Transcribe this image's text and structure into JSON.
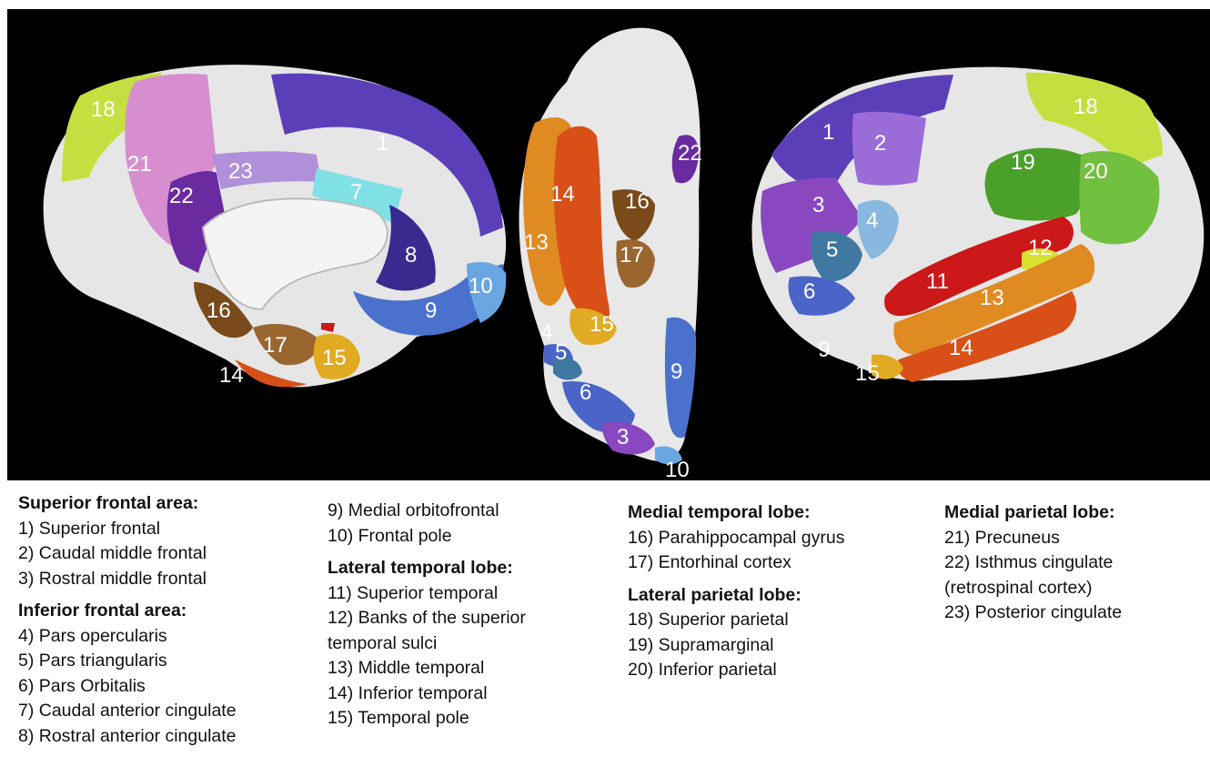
{
  "regions": [
    {
      "num": "1",
      "name": "Superior frontal",
      "color": "#5b3fb8"
    },
    {
      "num": "2",
      "name": "Caudal middle frontal",
      "color": "#9b6cd8"
    },
    {
      "num": "3",
      "name": "Rostral middle frontal",
      "color": "#8a48c0"
    },
    {
      "num": "4",
      "name": "Pars opercularis",
      "color": "#88b8e0"
    },
    {
      "num": "5",
      "name": "Pars triangularis",
      "color": "#3f78a0"
    },
    {
      "num": "6",
      "name": "Pars Orbitalis",
      "color": "#4a64c8"
    },
    {
      "num": "7",
      "name": "Caudal anterior cingulate",
      "color": "#7fe0e6"
    },
    {
      "num": "8",
      "name": "Rostral anterior cingulate",
      "color": "#3a2a90"
    },
    {
      "num": "9",
      "name": "Medial orbitofrontal",
      "color": "#4a72cc"
    },
    {
      "num": "10",
      "name": "Frontal pole",
      "color": "#6aa6e2"
    },
    {
      "num": "11",
      "name": "Superior temporal",
      "color": "#cc1818"
    },
    {
      "num": "12",
      "name": "Banks of the superior temporal sulci",
      "color": "#d8e030"
    },
    {
      "num": "13",
      "name": "Middle temporal",
      "color": "#e08a22"
    },
    {
      "num": "14",
      "name": "Inferior temporal",
      "color": "#d85018"
    },
    {
      "num": "15",
      "name": "Temporal pole",
      "color": "#e0aa22"
    },
    {
      "num": "16",
      "name": "Parahippocampal gyrus",
      "color": "#7a4a1a"
    },
    {
      "num": "17",
      "name": "Entorhinal cortex",
      "color": "#9a6630"
    },
    {
      "num": "18",
      "name": "Superior parietal",
      "color": "#c4e040"
    },
    {
      "num": "19",
      "name": "Supramarginal",
      "color": "#4aa028"
    },
    {
      "num": "20",
      "name": "Inferior parietal",
      "color": "#72c040"
    },
    {
      "num": "21",
      "name": "Precuneus",
      "color": "#d68ed0"
    },
    {
      "num": "22",
      "name": "Isthmus cingulate",
      "color": "#6a2aa0"
    },
    {
      "num": "23",
      "name": "Posterior cingulate",
      "color": "#b090d8"
    }
  ],
  "legend": {
    "col1": {
      "head1": "Superior frontal area:",
      "l1": "1) Superior frontal",
      "l2": "2) Caudal middle frontal",
      "l3": "3) Rostral middle frontal",
      "head2": "Inferior frontal area:",
      "l4": "4) Pars opercularis",
      "l5": "5) Pars triangularis",
      "l6": "6) Pars Orbitalis",
      "l7": "7) Caudal anterior cingulate",
      "l8": "8) Rostral anterior cingulate"
    },
    "col2": {
      "l9": "9) Medial orbitofrontal",
      "l10": "10) Frontal pole",
      "head": "Lateral temporal lobe:",
      "l11": "11) Superior temporal",
      "l12a": "12) Banks of the superior",
      "l12b": "temporal sulci",
      "l13": "13) Middle temporal",
      "l14": "14) Inferior temporal",
      "l15": "15) Temporal pole"
    },
    "col3": {
      "head1": "Medial temporal lobe:",
      "l16": "16) Parahippocampal gyrus",
      "l17": "17) Entorhinal cortex",
      "head2": "Lateral parietal lobe:",
      "l18": "18) Superior parietal",
      "l19": "19) Supramarginal",
      "l20": "20) Inferior parietal"
    },
    "col4": {
      "head": "Medial parietal lobe:",
      "l21": "21) Precuneus",
      "l22a": "22) Isthmus cingulate",
      "l22b": "(retrospinal cortex)",
      "l23": "23) Posterior cingulate"
    }
  },
  "labels": {
    "medial": [
      "18",
      "21",
      "23",
      "1",
      "22",
      "7",
      "8",
      "10",
      "9",
      "16",
      "17",
      "15",
      "14"
    ],
    "ventral": [
      "22",
      "14",
      "16",
      "13",
      "17",
      "15",
      "4",
      "5",
      "9",
      "6",
      "3",
      "10"
    ],
    "lateral": [
      "1",
      "2",
      "18",
      "19",
      "20",
      "3",
      "4",
      "5",
      "12",
      "11",
      "13",
      "6",
      "14",
      "9",
      "15"
    ]
  }
}
